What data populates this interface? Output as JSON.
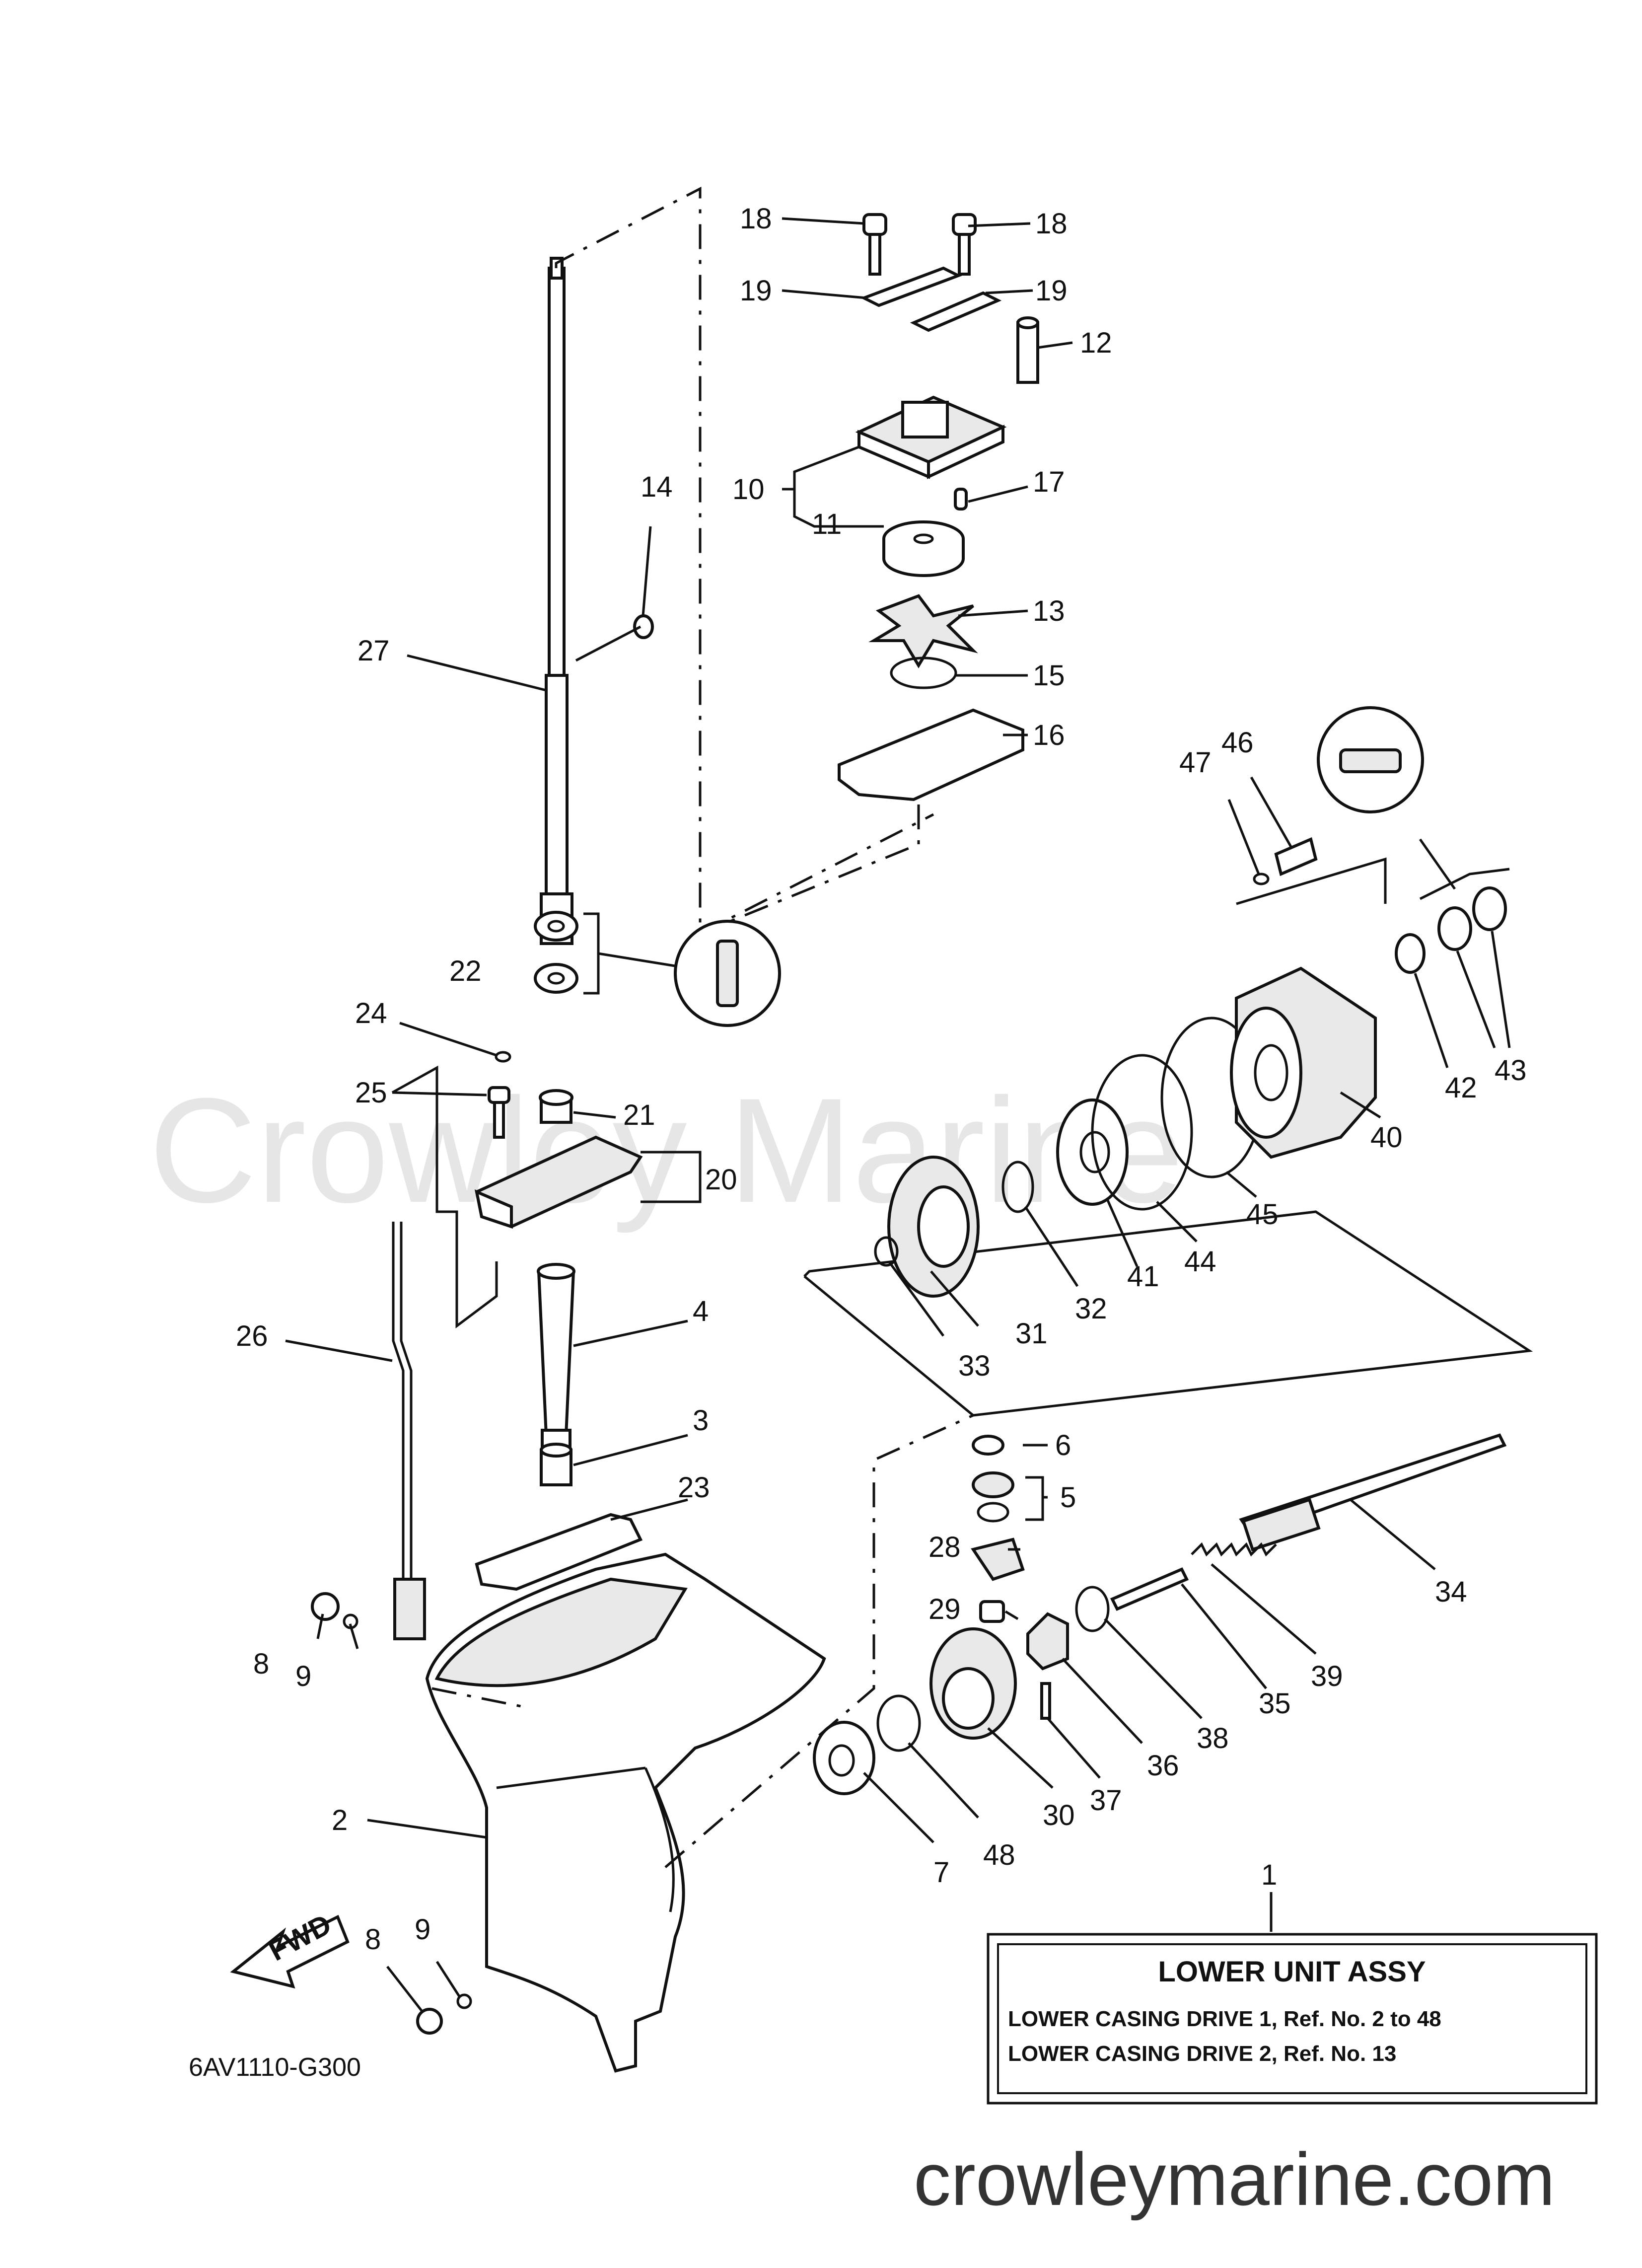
{
  "watermark": "Crowley Marine",
  "diagram_code": "6AV1110-G300",
  "website": "crowleymarine.com",
  "fwd_label": "FWD",
  "legend": {
    "title": "LOWER UNIT ASSY",
    "line1": "LOWER CASING DRIVE 1,  Ref. No. 2 to 48",
    "line2": "LOWER CASING DRIVE 2,  Ref. No. 13"
  },
  "callouts": [
    "1",
    "2",
    "3",
    "4",
    "5",
    "6",
    "7",
    "8",
    "8",
    "9",
    "9",
    "10",
    "11",
    "12",
    "13",
    "14",
    "15",
    "16",
    "17",
    "18",
    "18",
    "19",
    "19",
    "20",
    "21",
    "22",
    "23",
    "24",
    "25",
    "26",
    "27",
    "28",
    "29",
    "30",
    "31",
    "32",
    "33",
    "34",
    "35",
    "36",
    "37",
    "38",
    "39",
    "40",
    "41",
    "42",
    "43",
    "44",
    "45",
    "46",
    "47",
    "48"
  ]
}
